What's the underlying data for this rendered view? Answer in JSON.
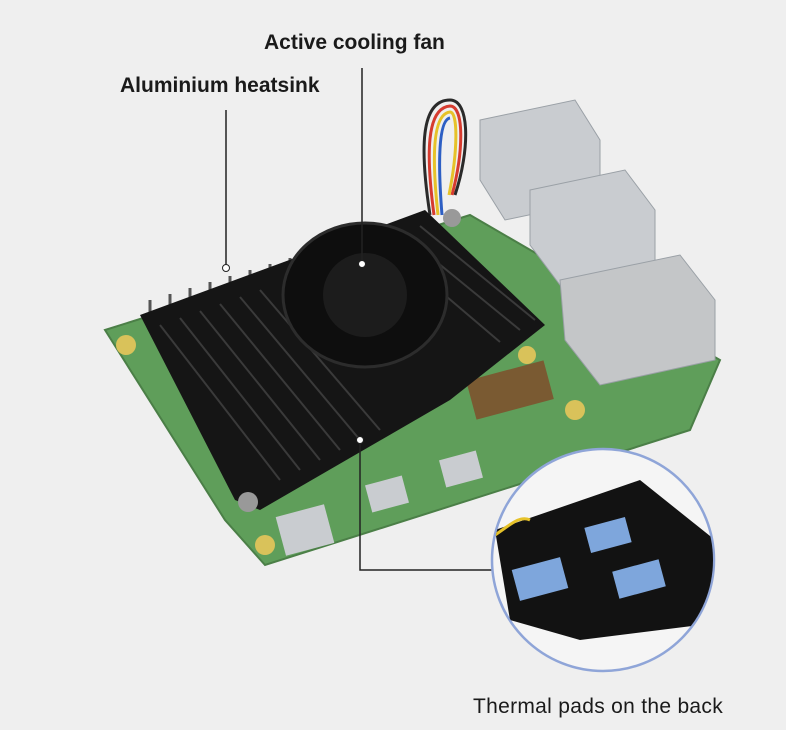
{
  "callouts": {
    "fan": "Active cooling fan",
    "heatsink": "Aluminium heatsink",
    "thermal_pads": "Thermal pads on the back"
  },
  "colors": {
    "background": "#efefef",
    "board": "#5f9e5a",
    "heatsink": "#151515",
    "thermal_pad": "#7ea6dc",
    "inset_border": "#8fa5d8"
  }
}
